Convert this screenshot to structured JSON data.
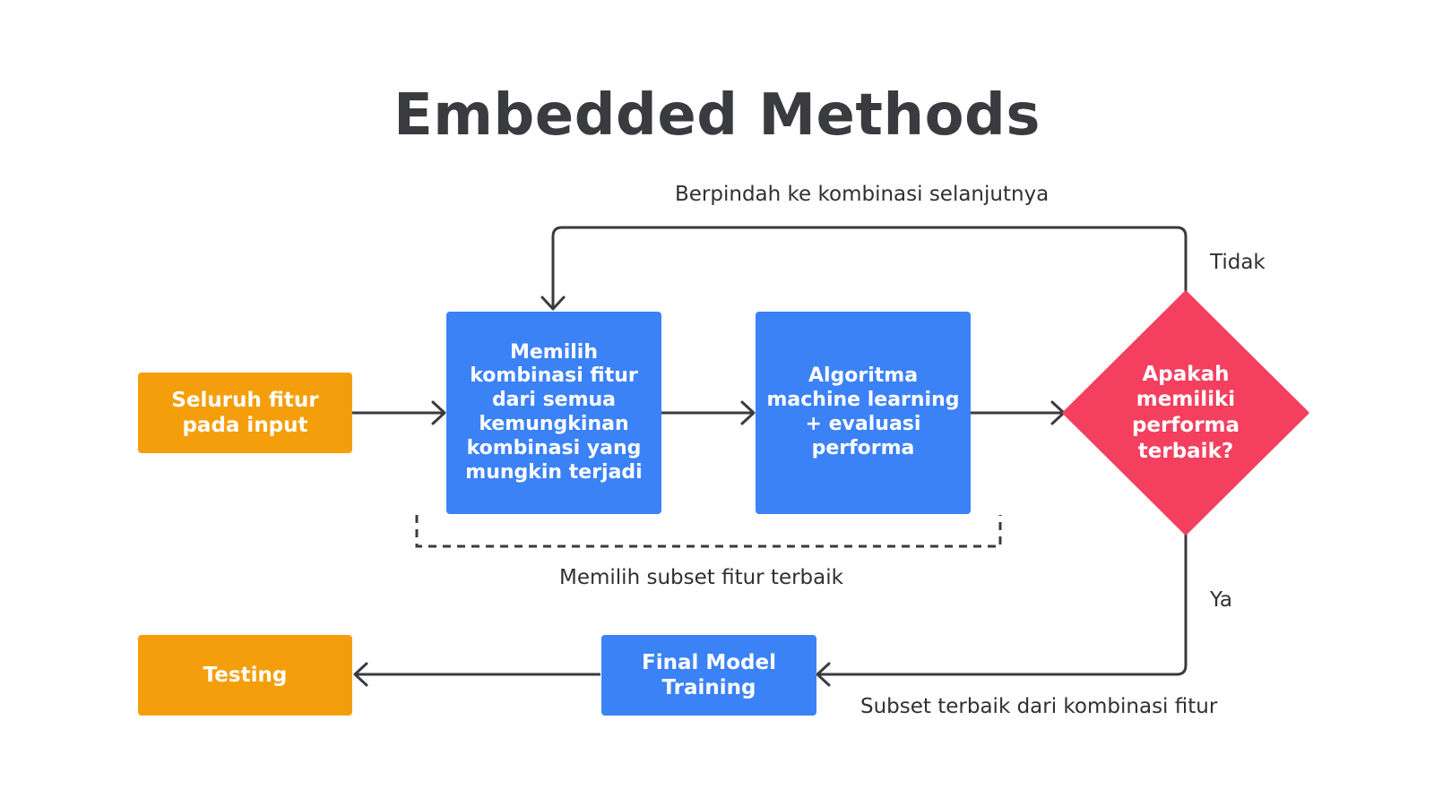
{
  "title": "Embedded Methods",
  "nodes": {
    "input": {
      "label": "Seluruh fitur\npada input"
    },
    "select_combination": {
      "label": "Memilih\nkombinasi fitur\ndari semua\nkemungkinan\nkombinasi yang\nmungkin terjadi"
    },
    "ml_algorithm": {
      "label": "Algoritma\nmachine learning\n+ evaluasi\nperforma"
    },
    "decision": {
      "label": "Apakah\nmemiliki\nperforma\nterbaik?"
    },
    "final_training": {
      "label": "Final Model\nTraining"
    },
    "testing": {
      "label": "Testing"
    }
  },
  "edges": {
    "loop_back": {
      "label": "Berpindah ke kombinasi selanjutnya"
    },
    "no": {
      "label": "Tidak"
    },
    "yes": {
      "label": "Ya"
    },
    "best_subset": {
      "label": "Subset terbaik dari kombinasi fitur"
    }
  },
  "group": {
    "label": "Memilih subset fitur terbaik"
  },
  "colors": {
    "orange": "#f59e0b",
    "blue": "#3b82f6",
    "decision": "#f43f5e",
    "line": "#3a3b3f"
  }
}
